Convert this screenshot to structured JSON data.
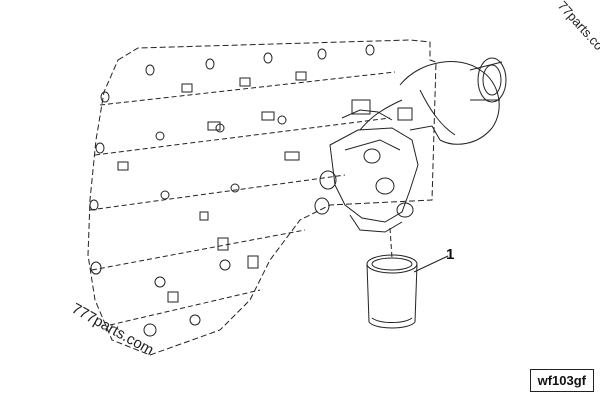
{
  "diagram": {
    "callouts": [
      {
        "number": "1",
        "part": "filter"
      }
    ],
    "reference_code": "wf103gf",
    "watermarks": {
      "main": "777parts.com",
      "corner": "77parts.co"
    },
    "colors": {
      "line": "#222222",
      "background": "#ffffff"
    }
  }
}
